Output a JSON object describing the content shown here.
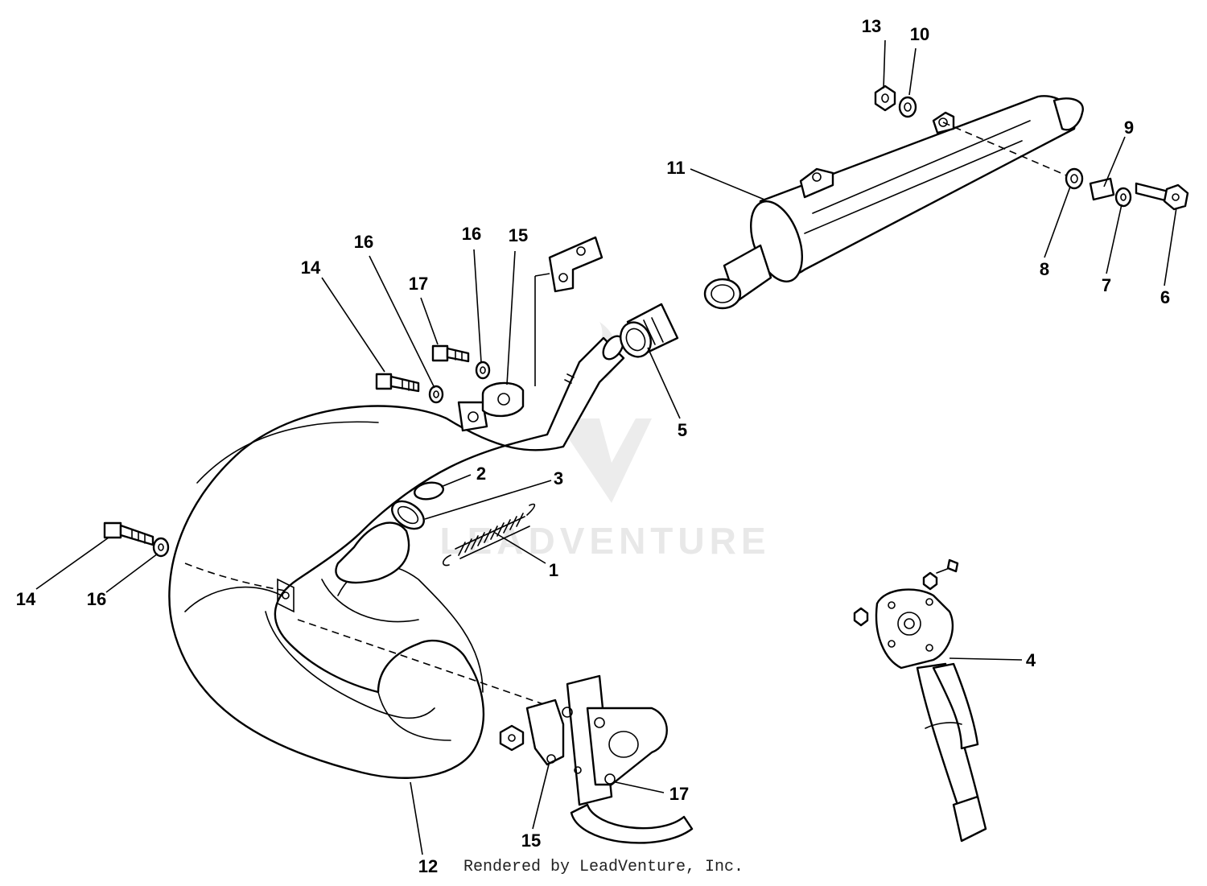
{
  "watermark": "LEADVENTURE",
  "footer": "Rendered by LeadVenture, Inc.",
  "callouts": {
    "c1": "1",
    "c2": "2",
    "c3": "3",
    "c4": "4",
    "c5": "5",
    "c6": "6",
    "c7": "7",
    "c8": "8",
    "c9": "9",
    "c10": "10",
    "c11": "11",
    "c12": "12",
    "c13": "13",
    "c14a": "14",
    "c14b": "14",
    "c15a": "15",
    "c15b": "15",
    "c16a": "16",
    "c16b": "16",
    "c16c": "16",
    "c17a": "17",
    "c17b": "17"
  }
}
